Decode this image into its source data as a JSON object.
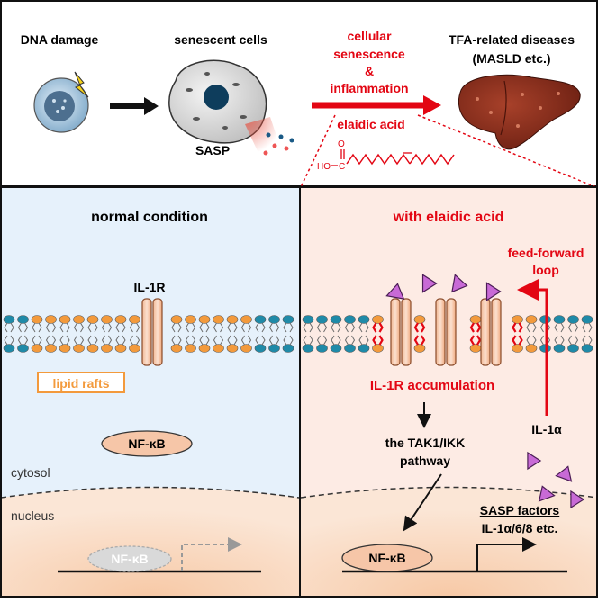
{
  "top": {
    "dna_damage": "DNA damage",
    "senescent_cells": "senescent cells",
    "sasp": "SASP",
    "cellular": "cellular",
    "senescence": "senescence",
    "amp": "&",
    "inflammation": "inflammation",
    "elaidic_acid": "elaidic acid",
    "tfa_diseases": "TFA-related diseases",
    "masld": "(MASLD etc.)",
    "chem_ho": "HO",
    "chem_o": "O",
    "chem_c": "C"
  },
  "left_panel": {
    "title": "normal condition",
    "il1r": "IL-1R",
    "lipid_rafts": "lipid rafts",
    "nfkb": "NF-κB",
    "cytosol": "cytosol",
    "nucleus": "nucleus",
    "nfkb_ghost": "NF-κB"
  },
  "right_panel": {
    "title": "with elaidic acid",
    "feed_forward_1": "feed-forward",
    "feed_forward_2": "loop",
    "il1r_accumulation": "IL-1R accumulation",
    "il1a": "IL-1α",
    "tak1_1": "the TAK1/IKK",
    "tak1_2": "pathway",
    "sasp_factors": "SASP factors",
    "sasp_list": "IL-1α/6/8 etc.",
    "nfkb": "NF-κB"
  },
  "colors": {
    "red": "#e30613",
    "raft_orange": "#f39a3c",
    "teal": "#1f8aa8",
    "left_bg": "#e6f1fb",
    "right_bg": "#fdebe4"
  }
}
